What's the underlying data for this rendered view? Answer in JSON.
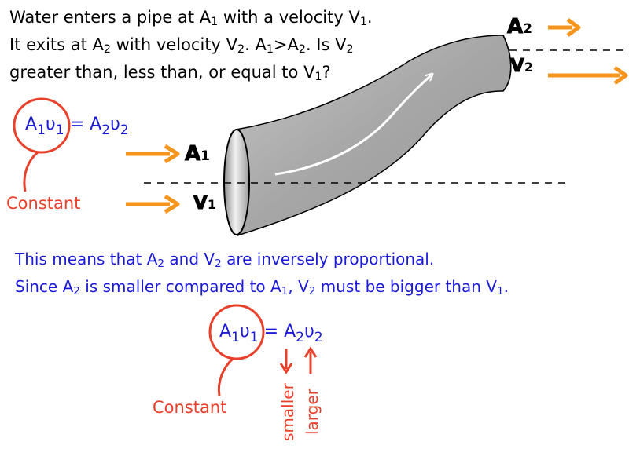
{
  "question": {
    "line1_a": "Water enters a pipe at A",
    "line1_a_sub": "1",
    "line1_b": " with a velocity V",
    "line1_b_sub": "1",
    "line1_c": ".",
    "line2_a": "It exits at A",
    "line2_a_sub": "2",
    "line2_b": " with velocity V",
    "line2_b_sub": "2",
    "line2_c": ". A",
    "line2_c_sub": "1",
    "line2_d": ">A",
    "line2_d_sub": "2",
    "line2_e": ". Is V",
    "line2_e_sub": "2",
    "line3_a": "greater than, less than, or equal to V",
    "line3_a_sub": "1",
    "line3_b": "?"
  },
  "equation": {
    "a": "A",
    "v": "υ",
    "sub1": "1",
    "sub2": "2",
    "equals": "="
  },
  "labels": {
    "A1": "A",
    "A1_sub": "1",
    "V1": "V",
    "V1_sub": "1",
    "A2": "A",
    "A2_sub": "2",
    "V2": "V",
    "V2_sub": "2",
    "constant": "Constant",
    "smaller": "smaller",
    "larger": "larger"
  },
  "explanation": {
    "line1_a": "This means that A",
    "line1_a_sub": "2",
    "line1_b": " and V",
    "line1_b_sub": "2",
    "line1_c": " are inversely proportional.",
    "line2_a": "Since A",
    "line2_a_sub": "2",
    "line2_b": " is smaller compared to A",
    "line2_b_sub": "1",
    "line2_c": ", V",
    "line2_c_sub": "2",
    "line2_d": " must be bigger than V",
    "line2_d_sub": "1",
    "line2_e": "."
  },
  "colors": {
    "arrow_orange": "#f5951d",
    "circle_red": "#e8402a",
    "equation_blue": "#1a1ad8",
    "pipe_gray": "#a9a9a9"
  }
}
